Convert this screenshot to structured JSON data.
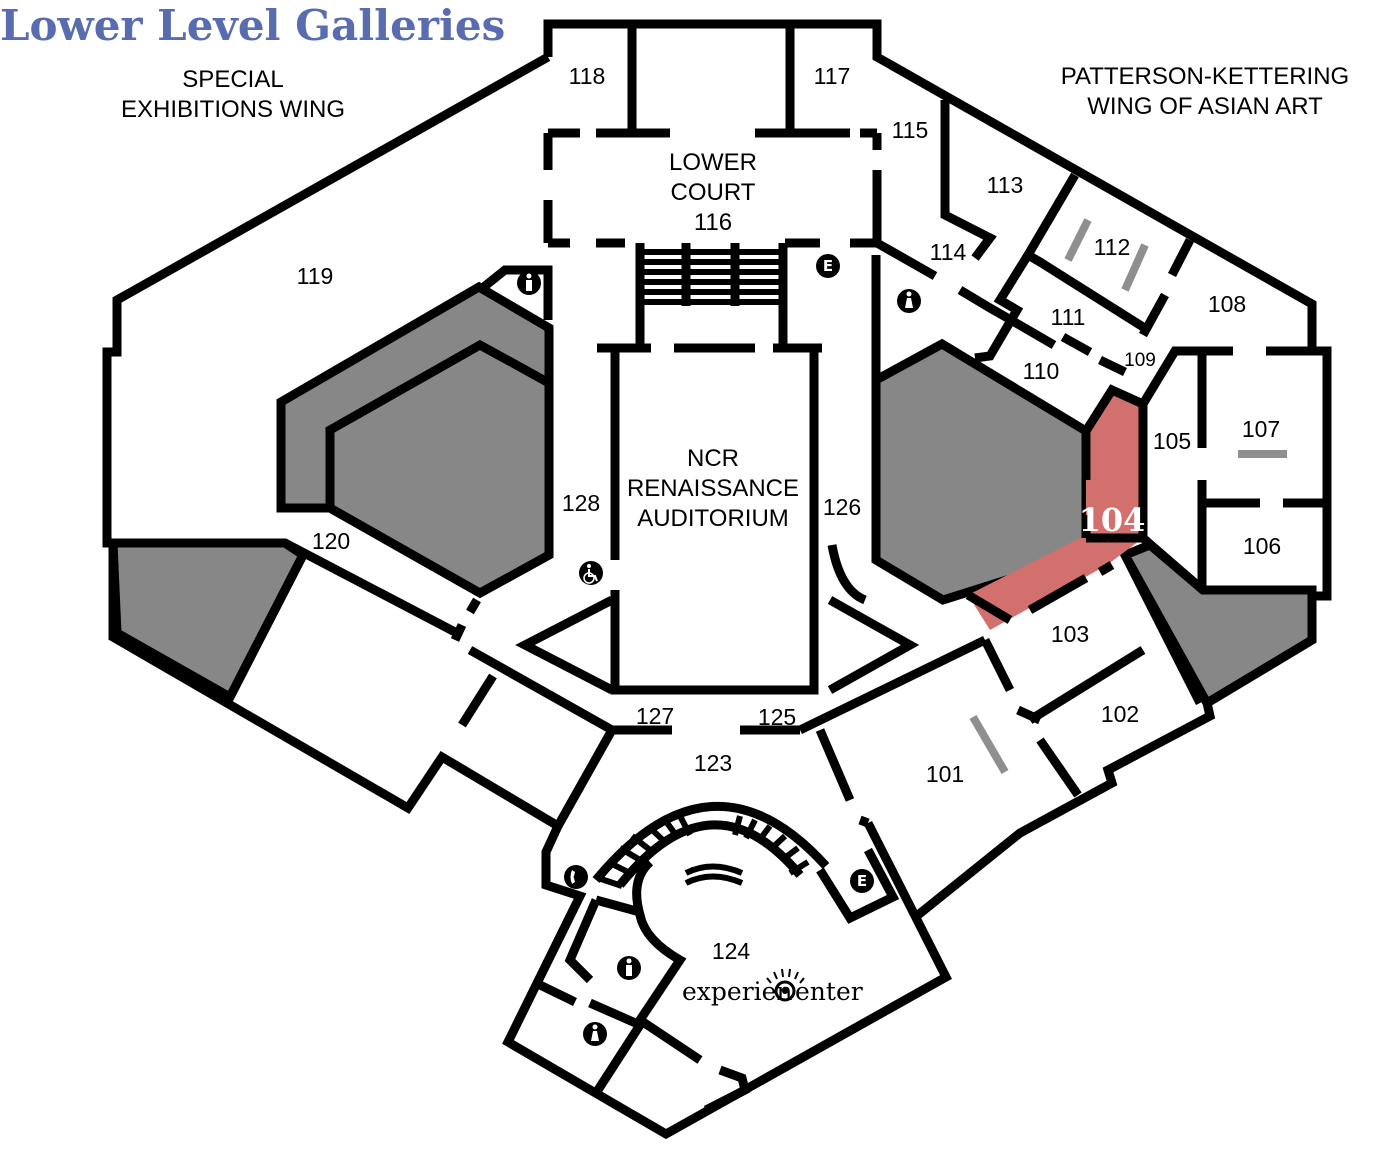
{
  "title": "Lower Level Galleries",
  "colors": {
    "title": "#5a6cb0",
    "highlight": "#d2706e",
    "blocked": "#878787"
  },
  "wings": {
    "special": [
      "SPECIAL",
      "EXHIBITIONS WING"
    ],
    "asian": [
      "PATTERSON-KETTERING",
      "WING OF ASIAN ART"
    ]
  },
  "lower_court": [
    "LOWER",
    "COURT",
    "116"
  ],
  "auditorium": [
    "NCR",
    "RENAISSANCE",
    "AUDITORIUM"
  ],
  "highlighted_room": "104",
  "logo": {
    "prefix": "experien",
    "suffix": "enter"
  },
  "rooms": {
    "r101": "101",
    "r102": "102",
    "r103": "103",
    "r105": "105",
    "r106": "106",
    "r107": "107",
    "r108": "108",
    "r109": "109",
    "r110": "110",
    "r111": "111",
    "r112": "112",
    "r113": "113",
    "r114": "114",
    "r115": "115",
    "r117": "117",
    "r118": "118",
    "r119": "119",
    "r120": "120",
    "r123": "123",
    "r124": "124",
    "r125": "125",
    "r126": "126",
    "r127": "127",
    "r128": "128"
  },
  "icons": {
    "elevator_1": "E",
    "elevator_2": "E",
    "restroom": "restroom-icon",
    "accessible": "wheelchair-icon",
    "phone": "phone-icon"
  }
}
